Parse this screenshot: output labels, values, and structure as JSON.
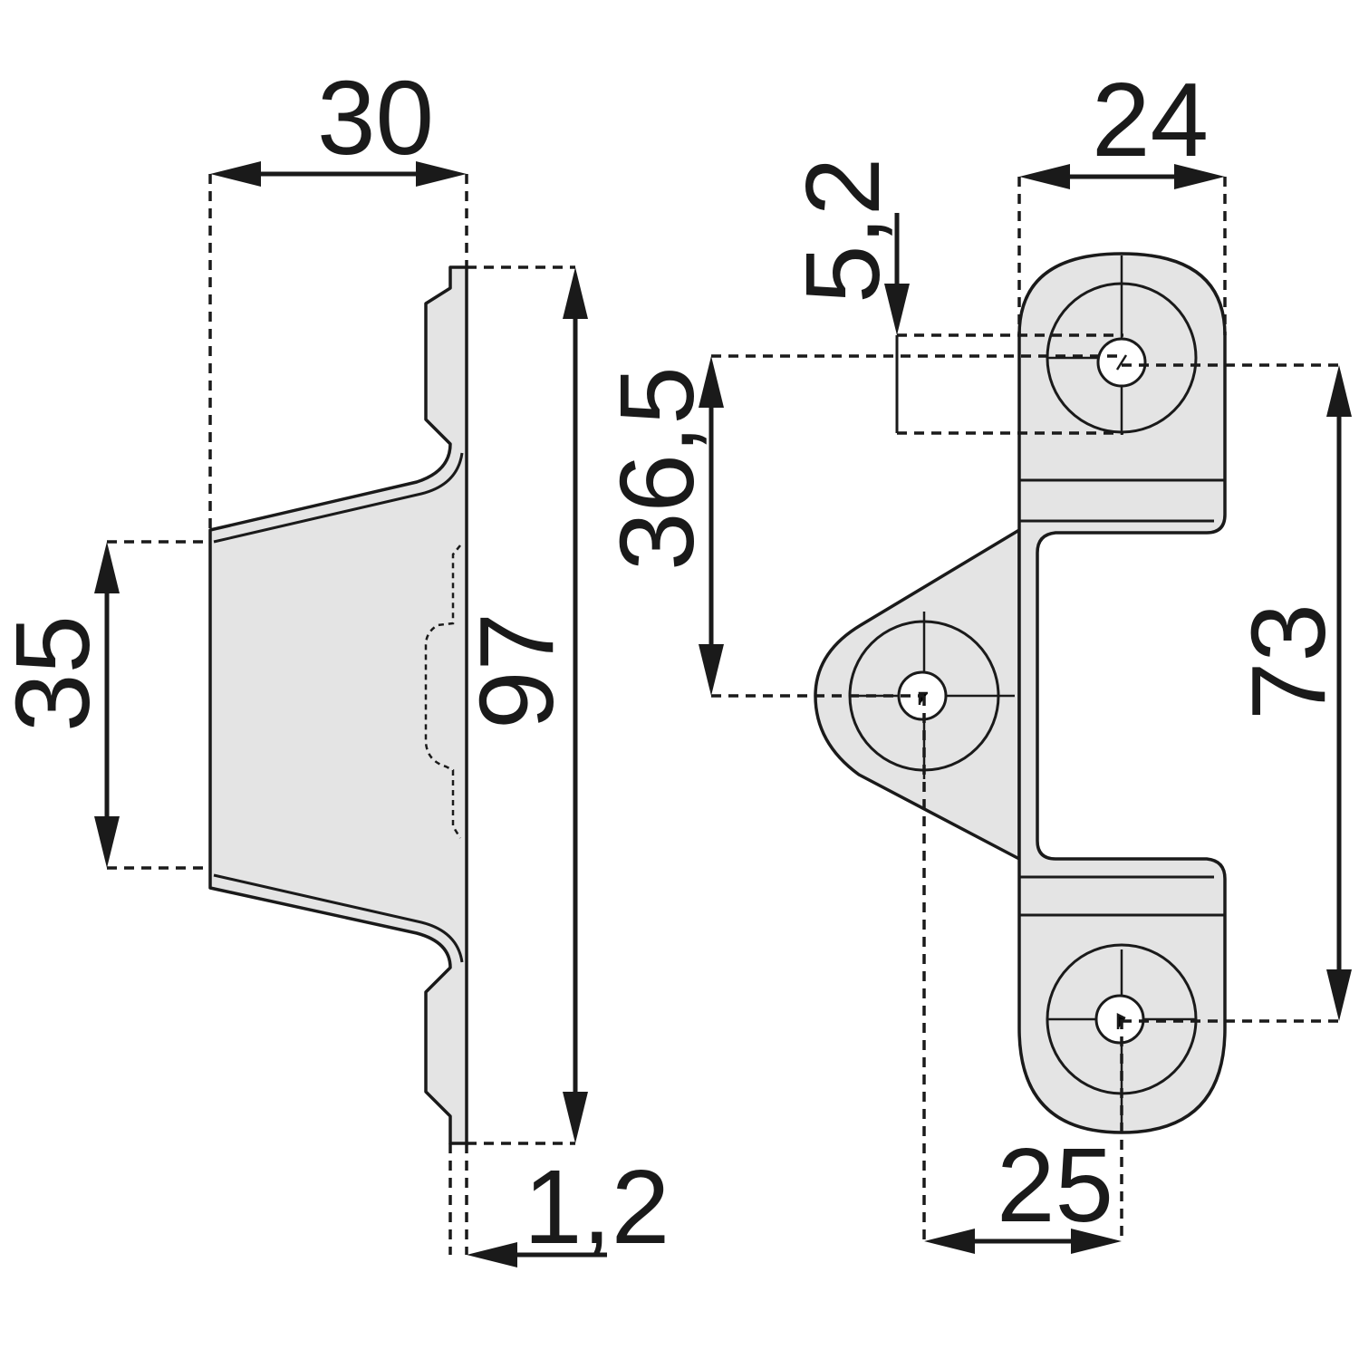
{
  "dimensions": {
    "side_width": "30",
    "side_height": "97",
    "side_mid": "35",
    "side_thickness": "1,2",
    "front_top_width": "24",
    "front_offset": "5,2",
    "front_hole_spacing": "36,5",
    "front_height": "73",
    "front_bottom": "25"
  },
  "colors": {
    "part_fill": "#e4e4e4",
    "line": "#1a1a1a",
    "background": "#ffffff"
  }
}
